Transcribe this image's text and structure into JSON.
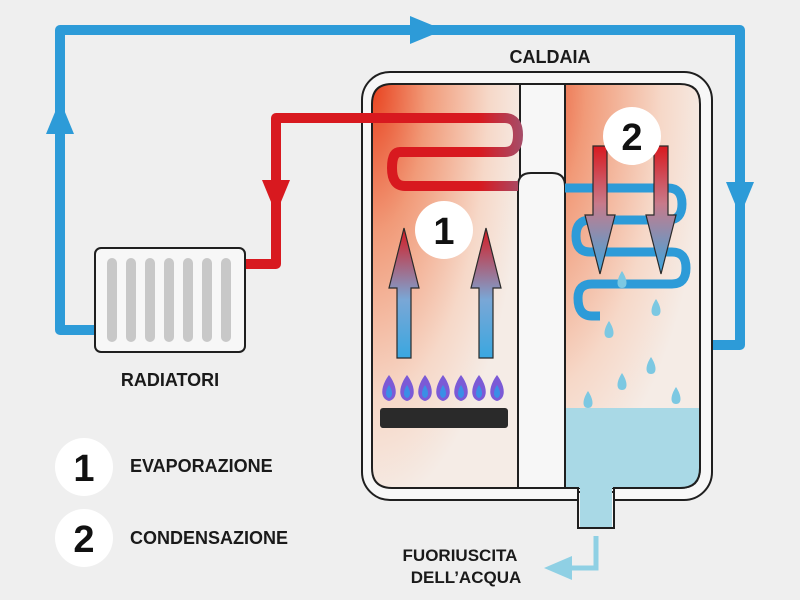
{
  "labels": {
    "boiler": "CALDAIA",
    "radiators": "RADIATORI",
    "water_outlet_line1": "FUORIUSCITA",
    "water_outlet_line2": "DELL’ACQUA"
  },
  "markers": {
    "one": "1",
    "two": "2"
  },
  "legend": [
    {
      "number": "1",
      "label": "EVAPORAZIONE"
    },
    {
      "number": "2",
      "label": "CONDENSAZIONE"
    }
  ],
  "colors": {
    "background": "#efefef",
    "cold_pipe": "#2d9bd8",
    "hot_pipe": "#d8191f",
    "water": "#a9d9e6",
    "water_drop": "#7cc8e2",
    "radiator": "#c8c8c8",
    "burner": "#2a2a2a",
    "flame": "#6a49c8"
  }
}
